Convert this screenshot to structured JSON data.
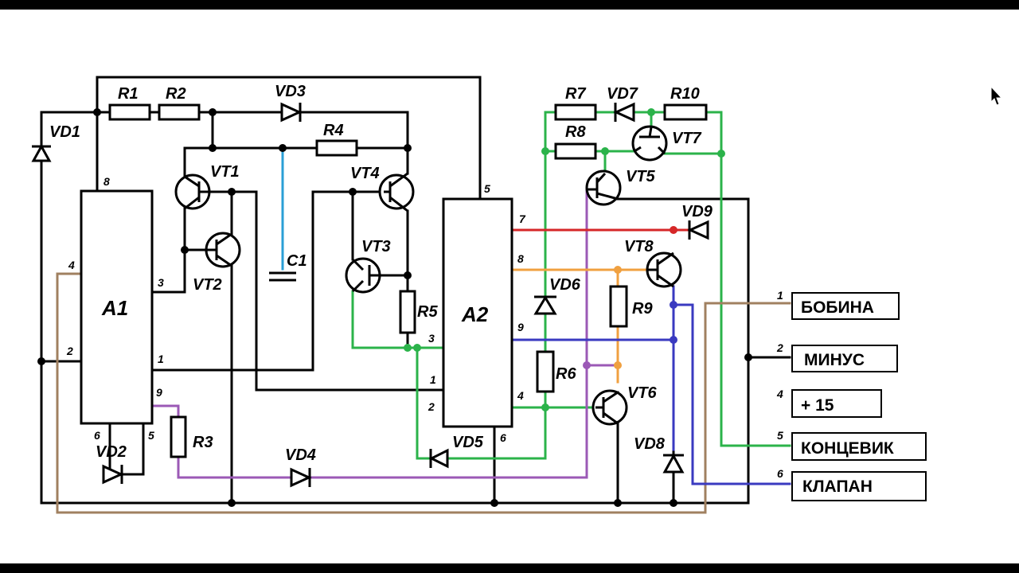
{
  "components": {
    "r1": "R1",
    "r2": "R2",
    "r3": "R3",
    "r4": "R4",
    "r5": "R5",
    "r6": "R6",
    "r7": "R7",
    "r8": "R8",
    "r9": "R9",
    "r10": "R10",
    "vd1": "VD1",
    "vd2": "VD2",
    "vd3": "VD3",
    "vd4": "VD4",
    "vd5": "VD5",
    "vd6": "VD6",
    "vd7": "VD7",
    "vd8": "VD8",
    "vd9": "VD9",
    "vt1": "VT1",
    "vt2": "VT2",
    "vt3": "VT3",
    "vt4": "VT4",
    "vt5": "VT5",
    "vt6": "VT6",
    "vt7": "VT7",
    "vt8": "VT8",
    "c1": "C1",
    "a1": "A1",
    "a2": "A2"
  },
  "pins": {
    "a1_8": "8",
    "a1_4": "4",
    "a1_3": "3",
    "a1_2": "2",
    "a1_1": "1",
    "a1_9": "9",
    "a1_6": "6",
    "a1_5": "5",
    "a2_5": "5",
    "a2_7": "7",
    "a2_8": "8",
    "a2_9": "9",
    "a2_3": "3",
    "a2_1": "1",
    "a2_2": "2",
    "a2_4": "4",
    "a2_6": "6"
  },
  "terminals": [
    {
      "num": "1",
      "label": "БОБИНА"
    },
    {
      "num": "2",
      "label": "МИНУС"
    },
    {
      "num": "4",
      "label": "+ 15"
    },
    {
      "num": "5",
      "label": "КОНЦЕВИК"
    },
    {
      "num": "6",
      "label": "КЛАПАН"
    }
  ],
  "colors": {
    "wire": "#000000",
    "blue": "#2a9fd6",
    "green": "#2bb34a",
    "purple": "#9b59b6",
    "tan": "#a08060",
    "red": "#d62728",
    "orange": "#f0a040",
    "navy": "#3a3ac0"
  }
}
